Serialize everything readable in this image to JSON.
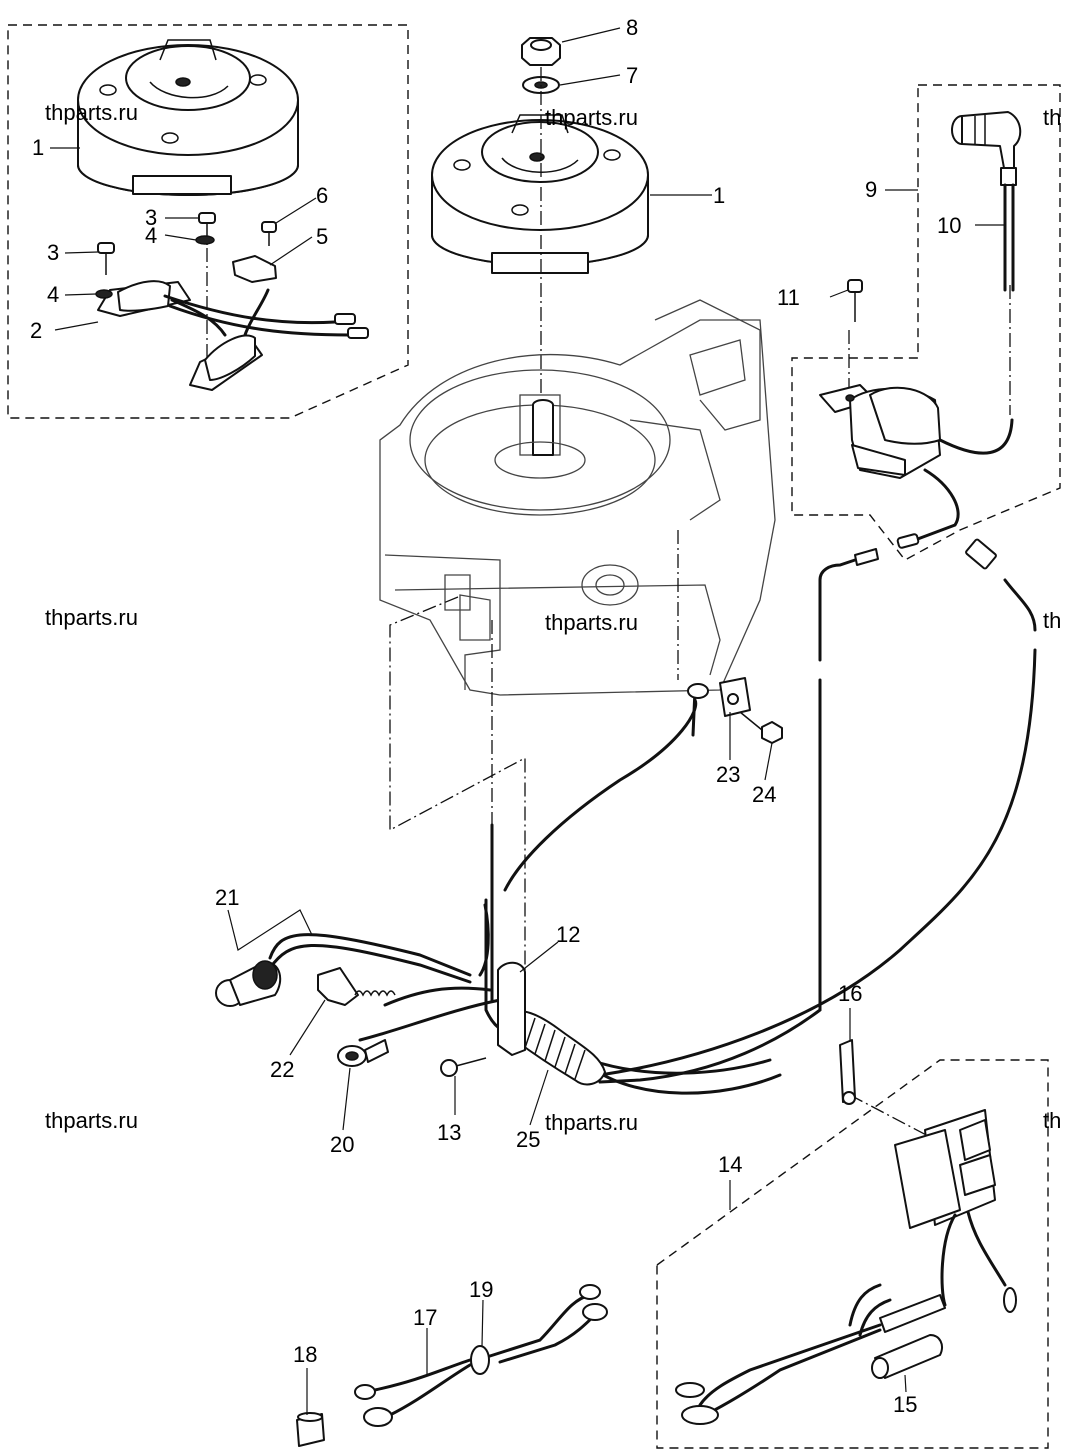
{
  "watermark": {
    "text": "thparts.ru",
    "clipped_text": "th"
  },
  "callouts": [
    "1",
    "1",
    "2",
    "3",
    "3",
    "4",
    "4",
    "5",
    "6",
    "7",
    "8",
    "9",
    "10",
    "11",
    "12",
    "13",
    "14",
    "15",
    "16",
    "17",
    "18",
    "19",
    "20",
    "21",
    "22",
    "23",
    "24",
    "25"
  ]
}
